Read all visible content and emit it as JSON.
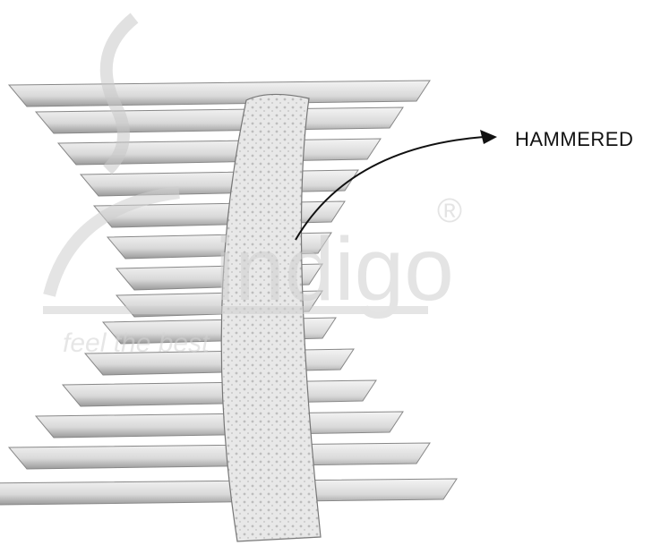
{
  "callout": {
    "label": "HAMMERED"
  },
  "watermark": {
    "brand": "indigo",
    "tagline": "feel the best",
    "registered_mark": "®"
  },
  "colors": {
    "metal_light": "#eeeeee",
    "metal_mid": "#cfcfcf",
    "metal_dark": "#8a8a8a",
    "text": "#111111",
    "watermark": "#d4d4d4"
  }
}
